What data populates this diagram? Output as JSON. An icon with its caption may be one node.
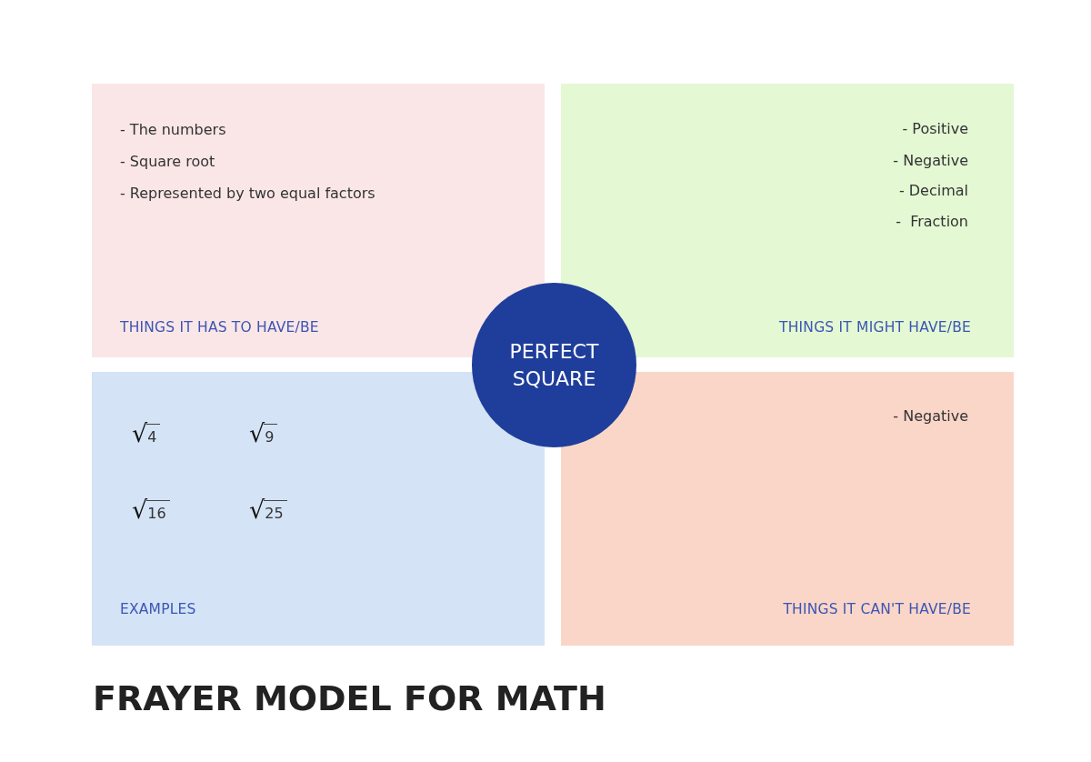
{
  "diagram": {
    "title": "FRAYER MODEL FOR MATH",
    "nodes": [
      {
        "text": [
          "- The numbers",
          "- Square root",
          "- Represented by two equal factors",
          "THINGS IT HAS TO HAVE/BE"
        ]
      },
      {
        "text": [
          "- Positive",
          "- Negative",
          "- Decimal",
          "-  Fraction",
          "THINGS IT MIGHT HAVE/BE"
        ]
      },
      {
        "text": [
          "PERFECT SQUARE"
        ]
      },
      {
        "text": [
          "√4",
          "√9",
          "√16",
          "√25",
          "EXAMPLES"
        ]
      },
      {
        "text": [
          "- Negative",
          "THINGS IT CAN'T HAVE/BE"
        ]
      }
    ]
  }
}
